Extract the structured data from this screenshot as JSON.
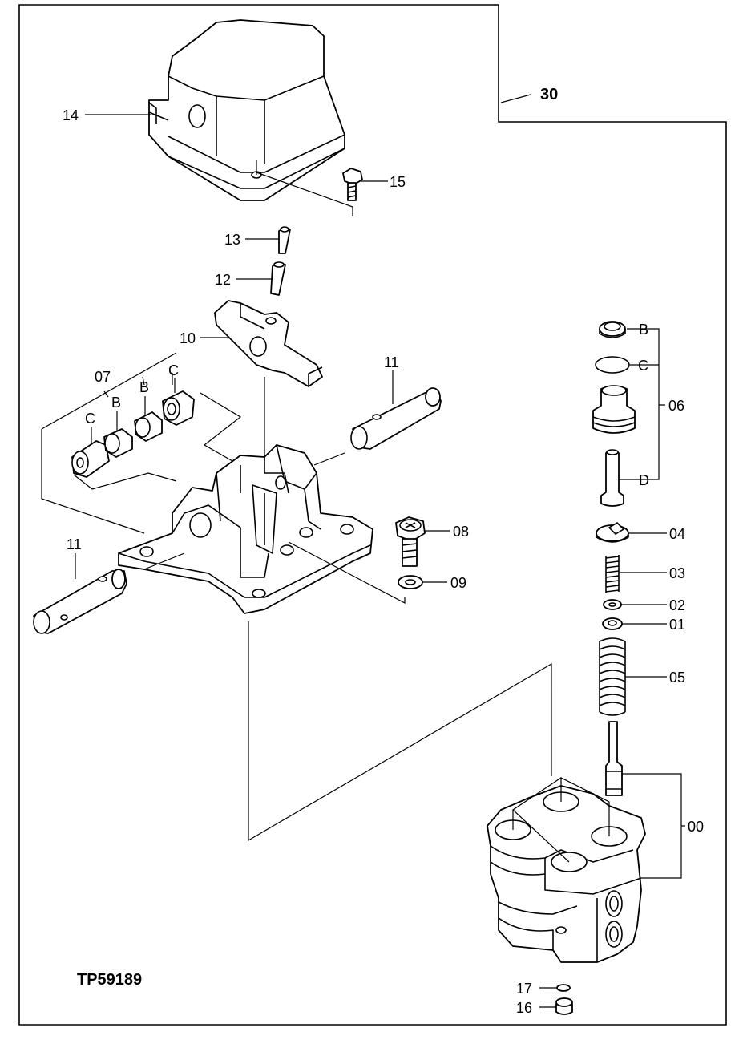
{
  "figure_id": "TP59189",
  "callouts": {
    "c30": "30",
    "c14": "14",
    "c15": "15",
    "c13": "13",
    "c12": "12",
    "c10": "10",
    "c11a": "11",
    "c11b": "11",
    "c07": "07",
    "c07_B1": "B",
    "c07_B2": "B",
    "c07_C1": "C",
    "c07_C2": "C",
    "c08": "08",
    "c09": "09",
    "c06": "06",
    "c06_B": "B",
    "c06_C": "C",
    "c06_D": "D",
    "c04": "04",
    "c03": "03",
    "c02": "02",
    "c01": "01",
    "c05": "05",
    "c00": "00",
    "c17": "17",
    "c16": "16"
  }
}
